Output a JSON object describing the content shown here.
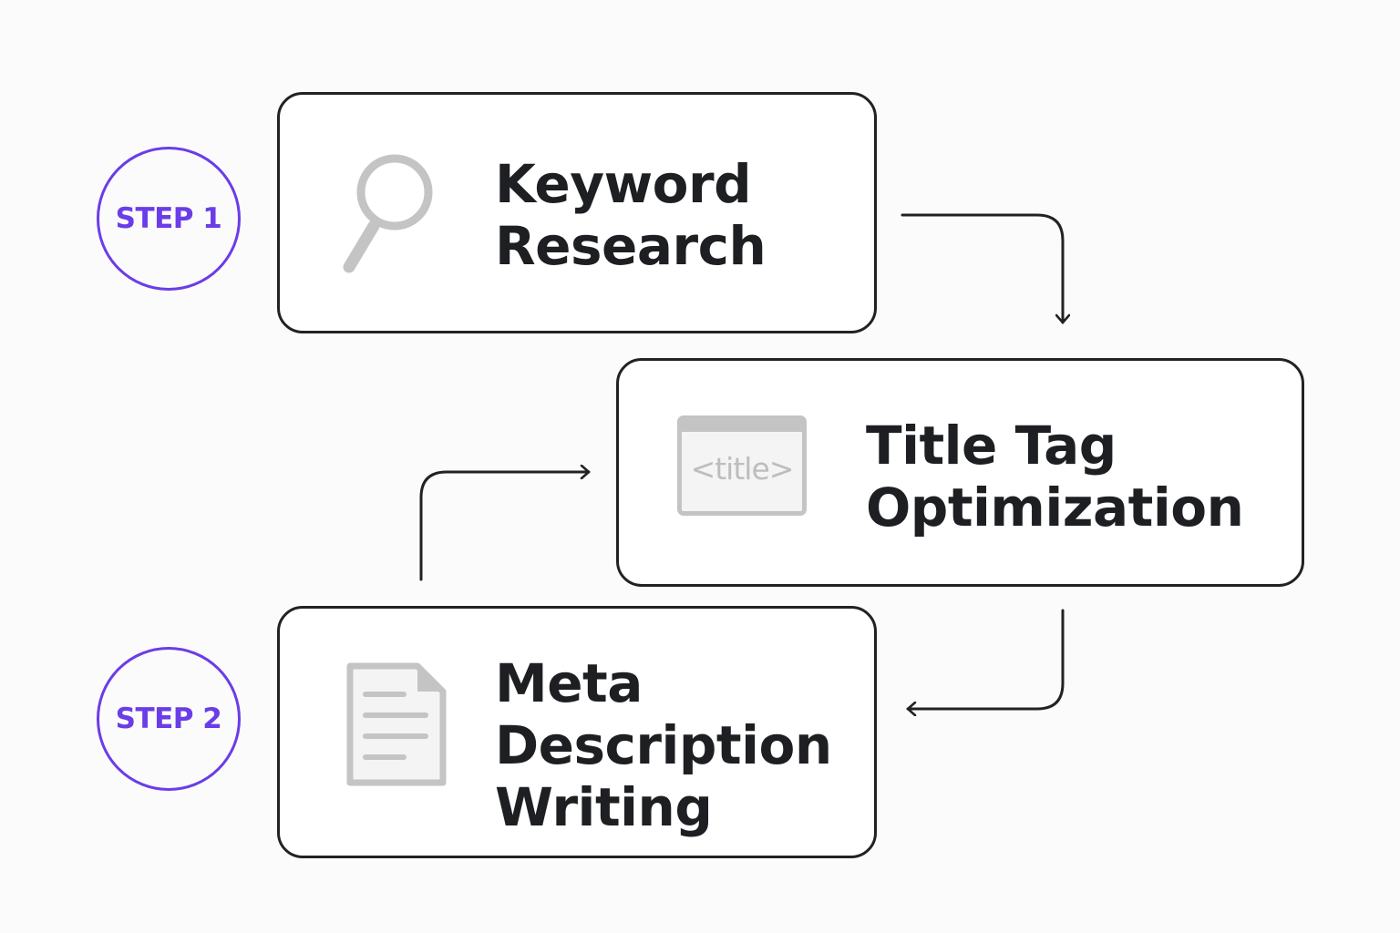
{
  "steps": [
    {
      "label": "STEP 1"
    },
    {
      "label": "STEP 2"
    }
  ],
  "cards": [
    {
      "icon": "magnifying-glass-icon",
      "title_lines": [
        "Keyword",
        "Research"
      ]
    },
    {
      "icon": "title-tag-window-icon",
      "icon_text": "<title>",
      "title_lines": [
        "Title Tag",
        "Optimization"
      ]
    },
    {
      "icon": "document-icon",
      "title_lines": [
        "Meta",
        "Description",
        "Writing"
      ]
    }
  ],
  "colors": {
    "accent": "#6a3de8",
    "border": "#222222",
    "text": "#1d1f22",
    "icon": "#c4c4c4",
    "background": "#fbfbfb"
  }
}
